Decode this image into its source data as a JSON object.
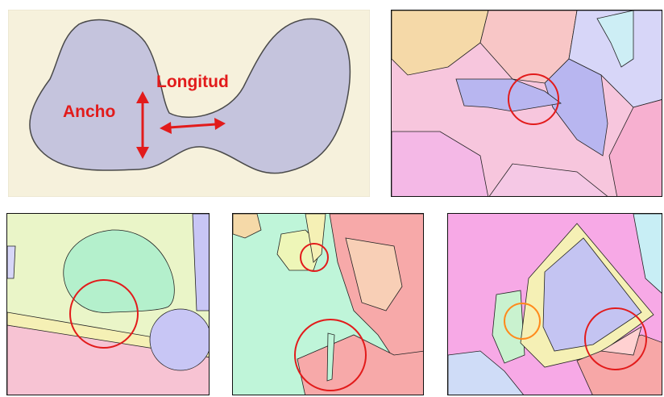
{
  "diagram": {
    "labels": {
      "width": "Ancho",
      "length": "Longitud"
    },
    "colors": {
      "shape_fill": "#c5c4dd",
      "arrow": "#e21b1b",
      "background": "#f6f1dc",
      "circle": "#e21b1b",
      "circle_alt": "#ff8a1c"
    }
  },
  "panels": [
    {
      "id": "concept",
      "icon": "narrow-neck-shape"
    },
    {
      "id": "map-1",
      "icon": "polygon-map",
      "highlights": 1
    },
    {
      "id": "map-2",
      "icon": "polygon-map",
      "highlights": 1
    },
    {
      "id": "map-3",
      "icon": "polygon-map",
      "highlights": 2
    },
    {
      "id": "map-4",
      "icon": "polygon-map",
      "highlights": 2
    }
  ]
}
